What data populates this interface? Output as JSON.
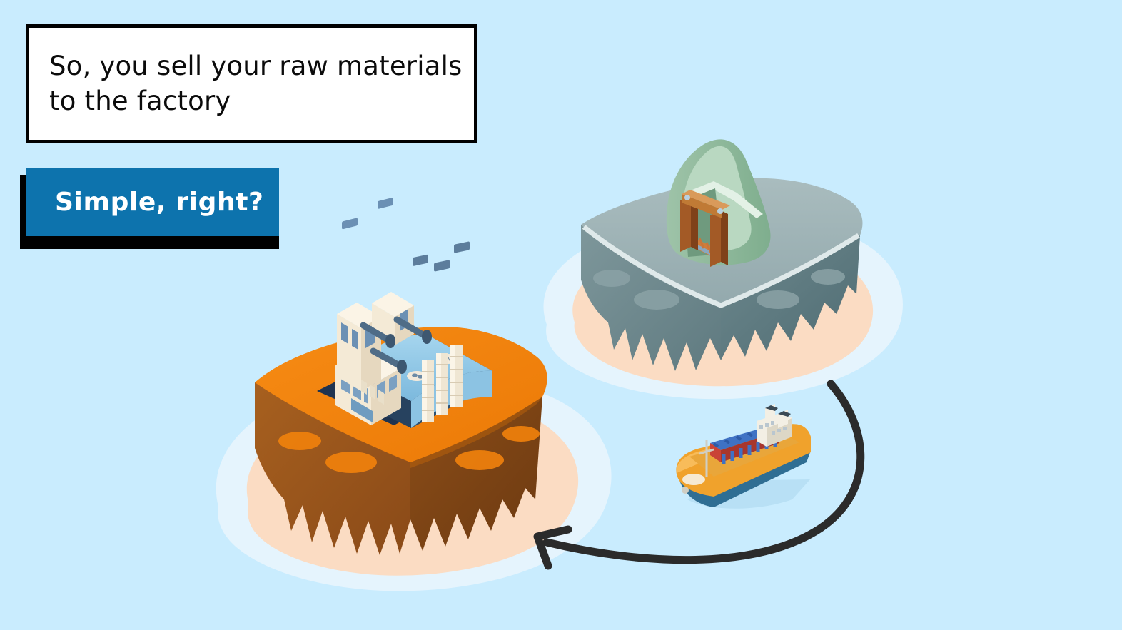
{
  "slide": {
    "background_color": "#c9ecfe",
    "title_alt": "Raw materials shipped from the mining island to the factory island"
  },
  "narration": {
    "text": "So, you sell your raw materials\nto the factory",
    "background_color": "#ffffff",
    "border_color": "#000000"
  },
  "cta": {
    "label": "Simple,  right?",
    "background_color": "#0d73ad",
    "text_color": "#ffffff",
    "shadow_color": "#000000"
  },
  "scene": {
    "arrow": {
      "name": "shipping-route-arrow",
      "color": "#2b2b2b",
      "direction": "from mining island to factory island"
    },
    "islands": [
      {
        "name": "mine-island",
        "label_alt": "Rocky island with mine entrance",
        "rock_color": "#93a9ad",
        "beach_color": "#fbdcc3",
        "water_color": "#e5f4fd",
        "structure": "mine-entrance"
      },
      {
        "name": "factory-island",
        "label_alt": "Orange island with factory",
        "rock_color": "#f2820c",
        "cliff_color": "#9e5a1f",
        "beach_color": "#fbdcc3",
        "water_color": "#e5f4fd",
        "structure": "factory"
      }
    ],
    "ship": {
      "name": "cargo-ship",
      "hull_color": "#f0a22c",
      "hull_bottom_color": "#2f6e93",
      "container_colors": [
        "#c94337",
        "#3f72c4"
      ],
      "superstructure_color": "#f3efe4"
    }
  }
}
